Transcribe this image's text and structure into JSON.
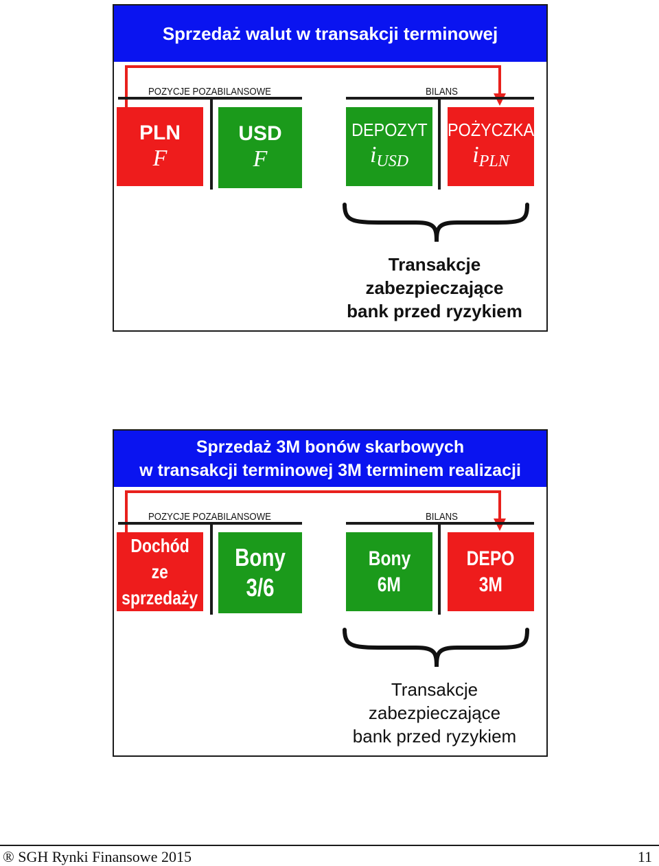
{
  "slide1": {
    "title": "Sprzedaż walut w transakcji terminowej",
    "header_offbalance": "POZYCJE POZABILANSOWE",
    "header_balance": "BILANS",
    "boxes": [
      {
        "line1": "PLN",
        "line2": "F",
        "color": "red"
      },
      {
        "line1": "USD",
        "line2": "F",
        "color": "green"
      },
      {
        "line1": "DEPOZYT",
        "line2_main": "i",
        "line2_sub": "USD",
        "color": "green"
      },
      {
        "line1": "POŻYCZKA",
        "line2_main": "i",
        "line2_sub": "PLN",
        "color": "red"
      }
    ],
    "caption": [
      "Transakcje",
      "zabezpieczające",
      "bank przed ryzykiem"
    ]
  },
  "slide2": {
    "title_lines": [
      "Sprzedaż 3M bonów skarbowych",
      "w transakcji terminowej 3M terminem realizacji"
    ],
    "header_offbalance": "POZYCJE POZABILANSOWE",
    "header_balance": "BILANS",
    "boxes": [
      {
        "lines": [
          "Dochód",
          "ze",
          "sprzedaży"
        ],
        "color": "red"
      },
      {
        "lines": [
          "Bony",
          "3/6"
        ],
        "color": "green"
      },
      {
        "lines": [
          "Bony",
          "6M"
        ],
        "color": "green"
      },
      {
        "lines": [
          "DEPO",
          "3M"
        ],
        "color": "red"
      }
    ],
    "caption": [
      "Transakcje",
      "zabezpieczające",
      "bank przed ryzykiem"
    ]
  },
  "footer": {
    "left": "® SGH  Rynki Finansowe 2015",
    "page_number": "11"
  },
  "colors": {
    "title_bar": "#0a14f0",
    "red_box": "#ee1c1c",
    "green_box": "#1b9a1b",
    "arrow": "#e8201c"
  }
}
